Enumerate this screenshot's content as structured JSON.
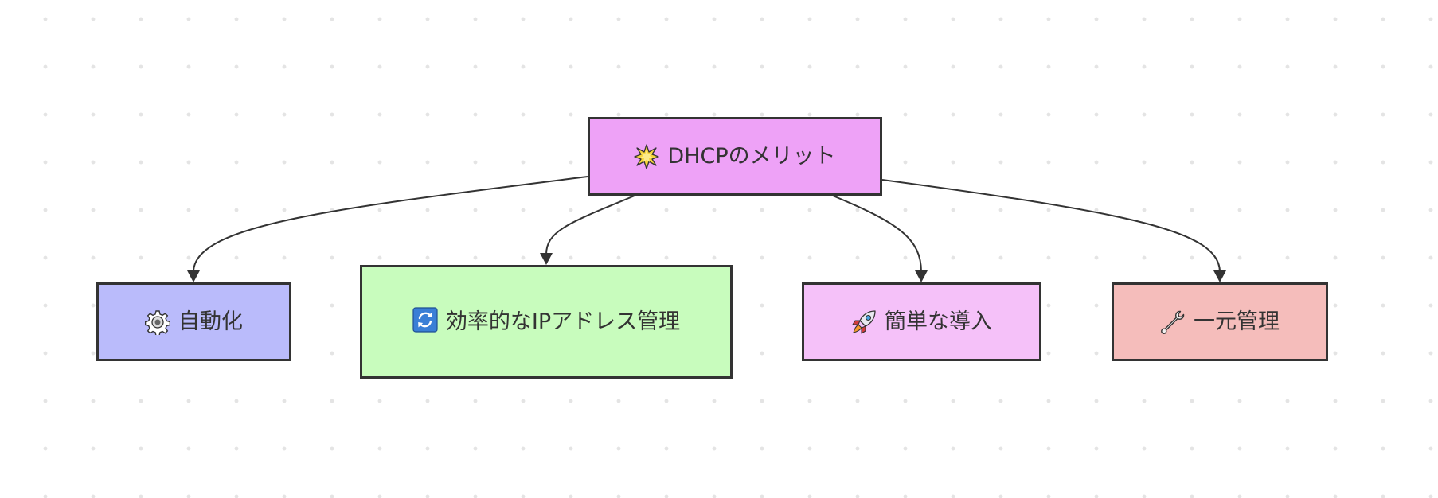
{
  "diagram": {
    "root": {
      "label": "DHCPのメリット",
      "icon": "sparkle-icon",
      "color": "#eea2f7"
    },
    "children": [
      {
        "id": "auto",
        "label": "自動化",
        "icon": "gear-icon",
        "color": "#babbfb"
      },
      {
        "id": "ip",
        "label": "効率的なIPアドレス管理",
        "icon": "refresh-icon",
        "color": "#c8fcbd"
      },
      {
        "id": "deploy",
        "label": "簡単な導入",
        "icon": "rocket-icon",
        "color": "#f5c1f9"
      },
      {
        "id": "central",
        "label": "一元管理",
        "icon": "wrench-icon",
        "color": "#f5bdbb"
      }
    ],
    "edge_color": "#333333"
  }
}
